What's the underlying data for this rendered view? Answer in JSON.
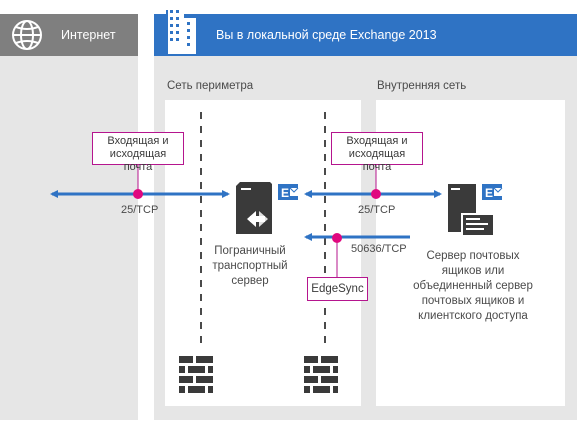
{
  "internet": {
    "label": "Интернет",
    "icon": "globe-icon",
    "header_color": "#7f7f7f"
  },
  "onprem": {
    "label": "Вы в локальной среде Exchange 2013",
    "icon": "building-icon",
    "header_color": "#2f73c4"
  },
  "zones": {
    "perimeter": "Сеть периметра",
    "internal": "Внутренняя сеть"
  },
  "callouts": {
    "left": "Входящая и исходящая почта",
    "right": "Входящая и исходящая почта",
    "edgesync": "EdgeSync"
  },
  "ports": {
    "left": "25/TCP",
    "right": "25/TCP",
    "edgesync": "50636/TCP"
  },
  "servers": {
    "edge": "Пограничный транспортный сервер",
    "mailbox": "Сервер почтовых ящиков или объединенный сервер почтовых ящиков и клиентского доступа"
  },
  "colors": {
    "arrow": "#2f73c4",
    "callout_border": "#b5158e",
    "dot": "#e0087f",
    "server": "#3a3a3a",
    "exchange": "#2f73c4"
  }
}
